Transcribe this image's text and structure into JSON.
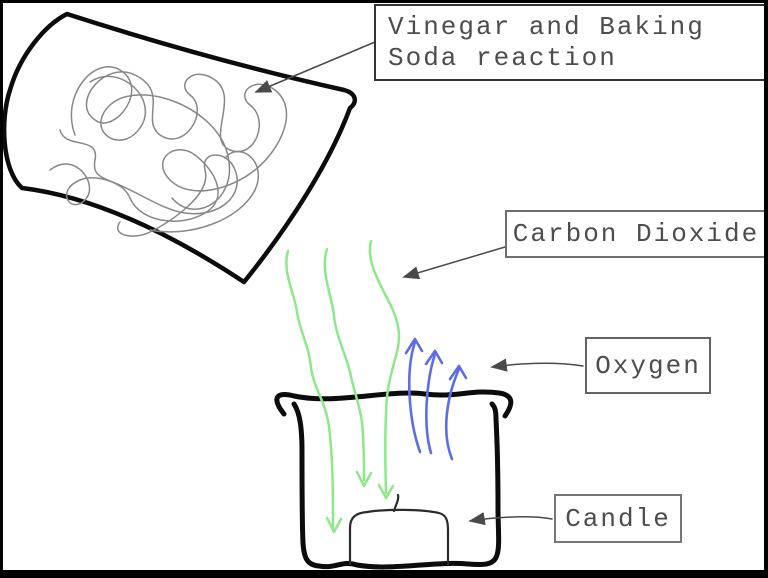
{
  "diagram": {
    "title_context": "Vinegar and baking soda candle experiment sketch",
    "labels": {
      "reaction_line1": "Vinegar and Baking",
      "reaction_line2": "Soda reaction",
      "carbon_dioxide": "Carbon Dioxide",
      "oxygen": "Oxygen",
      "candle": "Candle"
    },
    "colors": {
      "carbon_dioxide_flow": "#8ee88a",
      "oxygen_flow": "#5b6ee4",
      "sketch_outline": "#0c0c0c",
      "scribble": "#878787",
      "label_text": "#4d4d4d"
    }
  }
}
